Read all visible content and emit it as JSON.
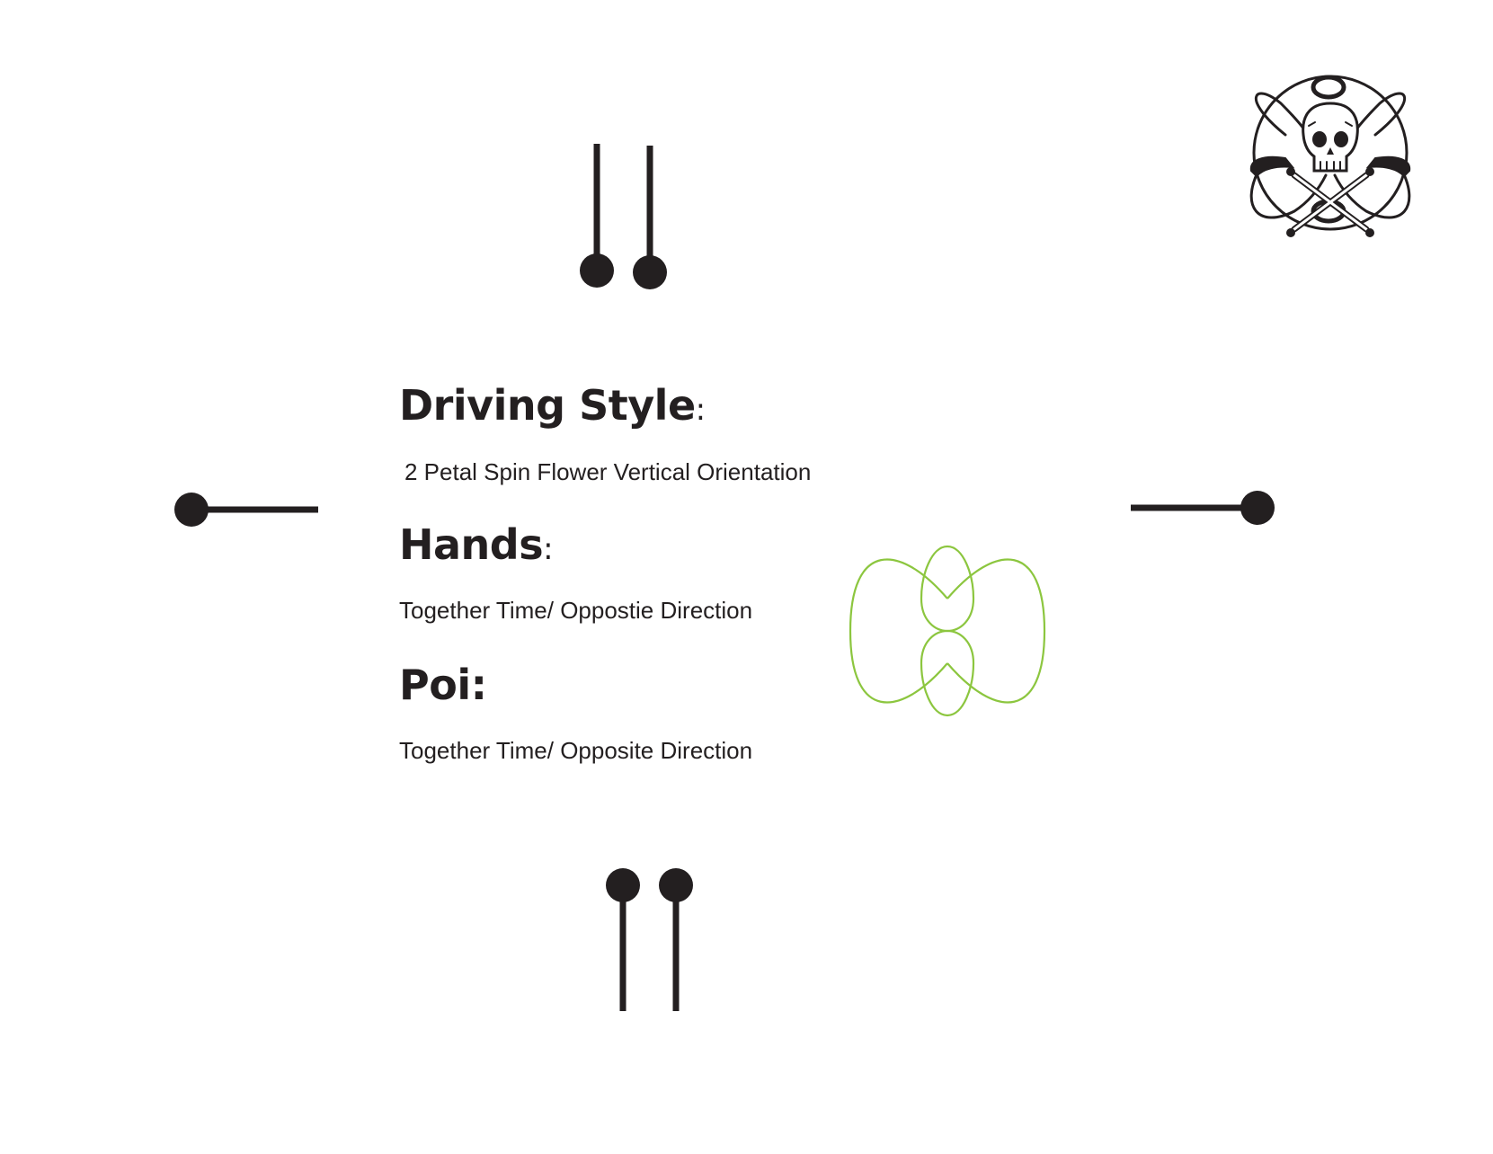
{
  "sections": {
    "driving_style": {
      "heading": "Driving Style",
      "value": "2 Petal Spin Flower Vertical Orientation"
    },
    "hands": {
      "heading": "Hands",
      "value": "Together Time/ Oppostie Direction"
    },
    "poi": {
      "heading": "Poi",
      "value": "Together Time/ Opposite Direction"
    }
  },
  "colors": {
    "ink": "#231f20",
    "flower_pattern": "#8cc63f"
  },
  "icons": {
    "logo": "skull-crossbones-orbit-logo",
    "poi_markers": "poi-position-markers",
    "flower": "two-petal-flower-pattern-icon"
  }
}
